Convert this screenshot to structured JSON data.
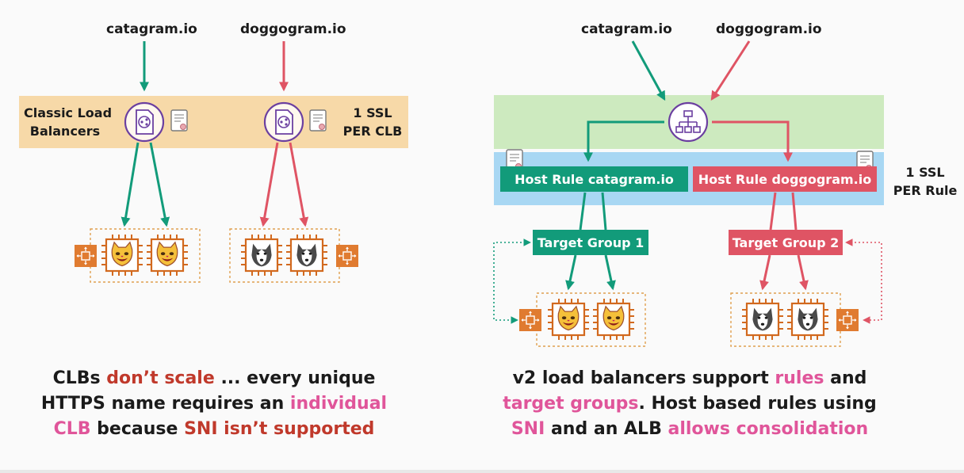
{
  "colors": {
    "green": "#129b7a",
    "red": "#df5464",
    "orange_panel": "#f7d9a8",
    "green_panel": "#cdeabf",
    "blue_panel": "#a8d7f3",
    "purple": "#6b3fa0",
    "chip_orange": "#d2691e",
    "lb_orange": "#e07b30"
  },
  "left": {
    "domain_cat": "catagram.io",
    "domain_dog": "doggogram.io",
    "panel_label_line1": "Classic Load",
    "panel_label_line2": "Balancers",
    "ssl_line1": "1 SSL",
    "ssl_line2": "PER CLB",
    "caption": {
      "l1a": "CLBs ",
      "l1b": "don’t scale",
      "l1c": " ... every unique",
      "l2a": "HTTPS name requires an ",
      "l2b": "individual",
      "l3a": "CLB",
      "l3b": " because ",
      "l3c": "SNI isn’t supported"
    }
  },
  "right": {
    "domain_cat": "catagram.io",
    "domain_dog": "doggogram.io",
    "rule_cat": "Host Rule catagram.io",
    "rule_dog": "Host Rule doggogram.io",
    "ssl_line1": "1 SSL",
    "ssl_line2": "PER Rule",
    "tg1": "Target Group 1",
    "tg2": "Target Group 2",
    "caption": {
      "l1a": "v2 load balancers support ",
      "l1b": "rules",
      "l1c": " and",
      "l2a": "target groups",
      "l2b": ". Host based rules using",
      "l3a": "SNI",
      "l3b": " and an ALB ",
      "l3c": "allows consolidation"
    }
  },
  "icons": {
    "clb": "classic-load-balancer-icon",
    "alb": "application-load-balancer-icon",
    "cert": "certificate-icon",
    "instance_cat": "cat-instance-icon",
    "instance_dog": "husky-instance-icon",
    "autoscaling": "auto-scaling-icon"
  }
}
